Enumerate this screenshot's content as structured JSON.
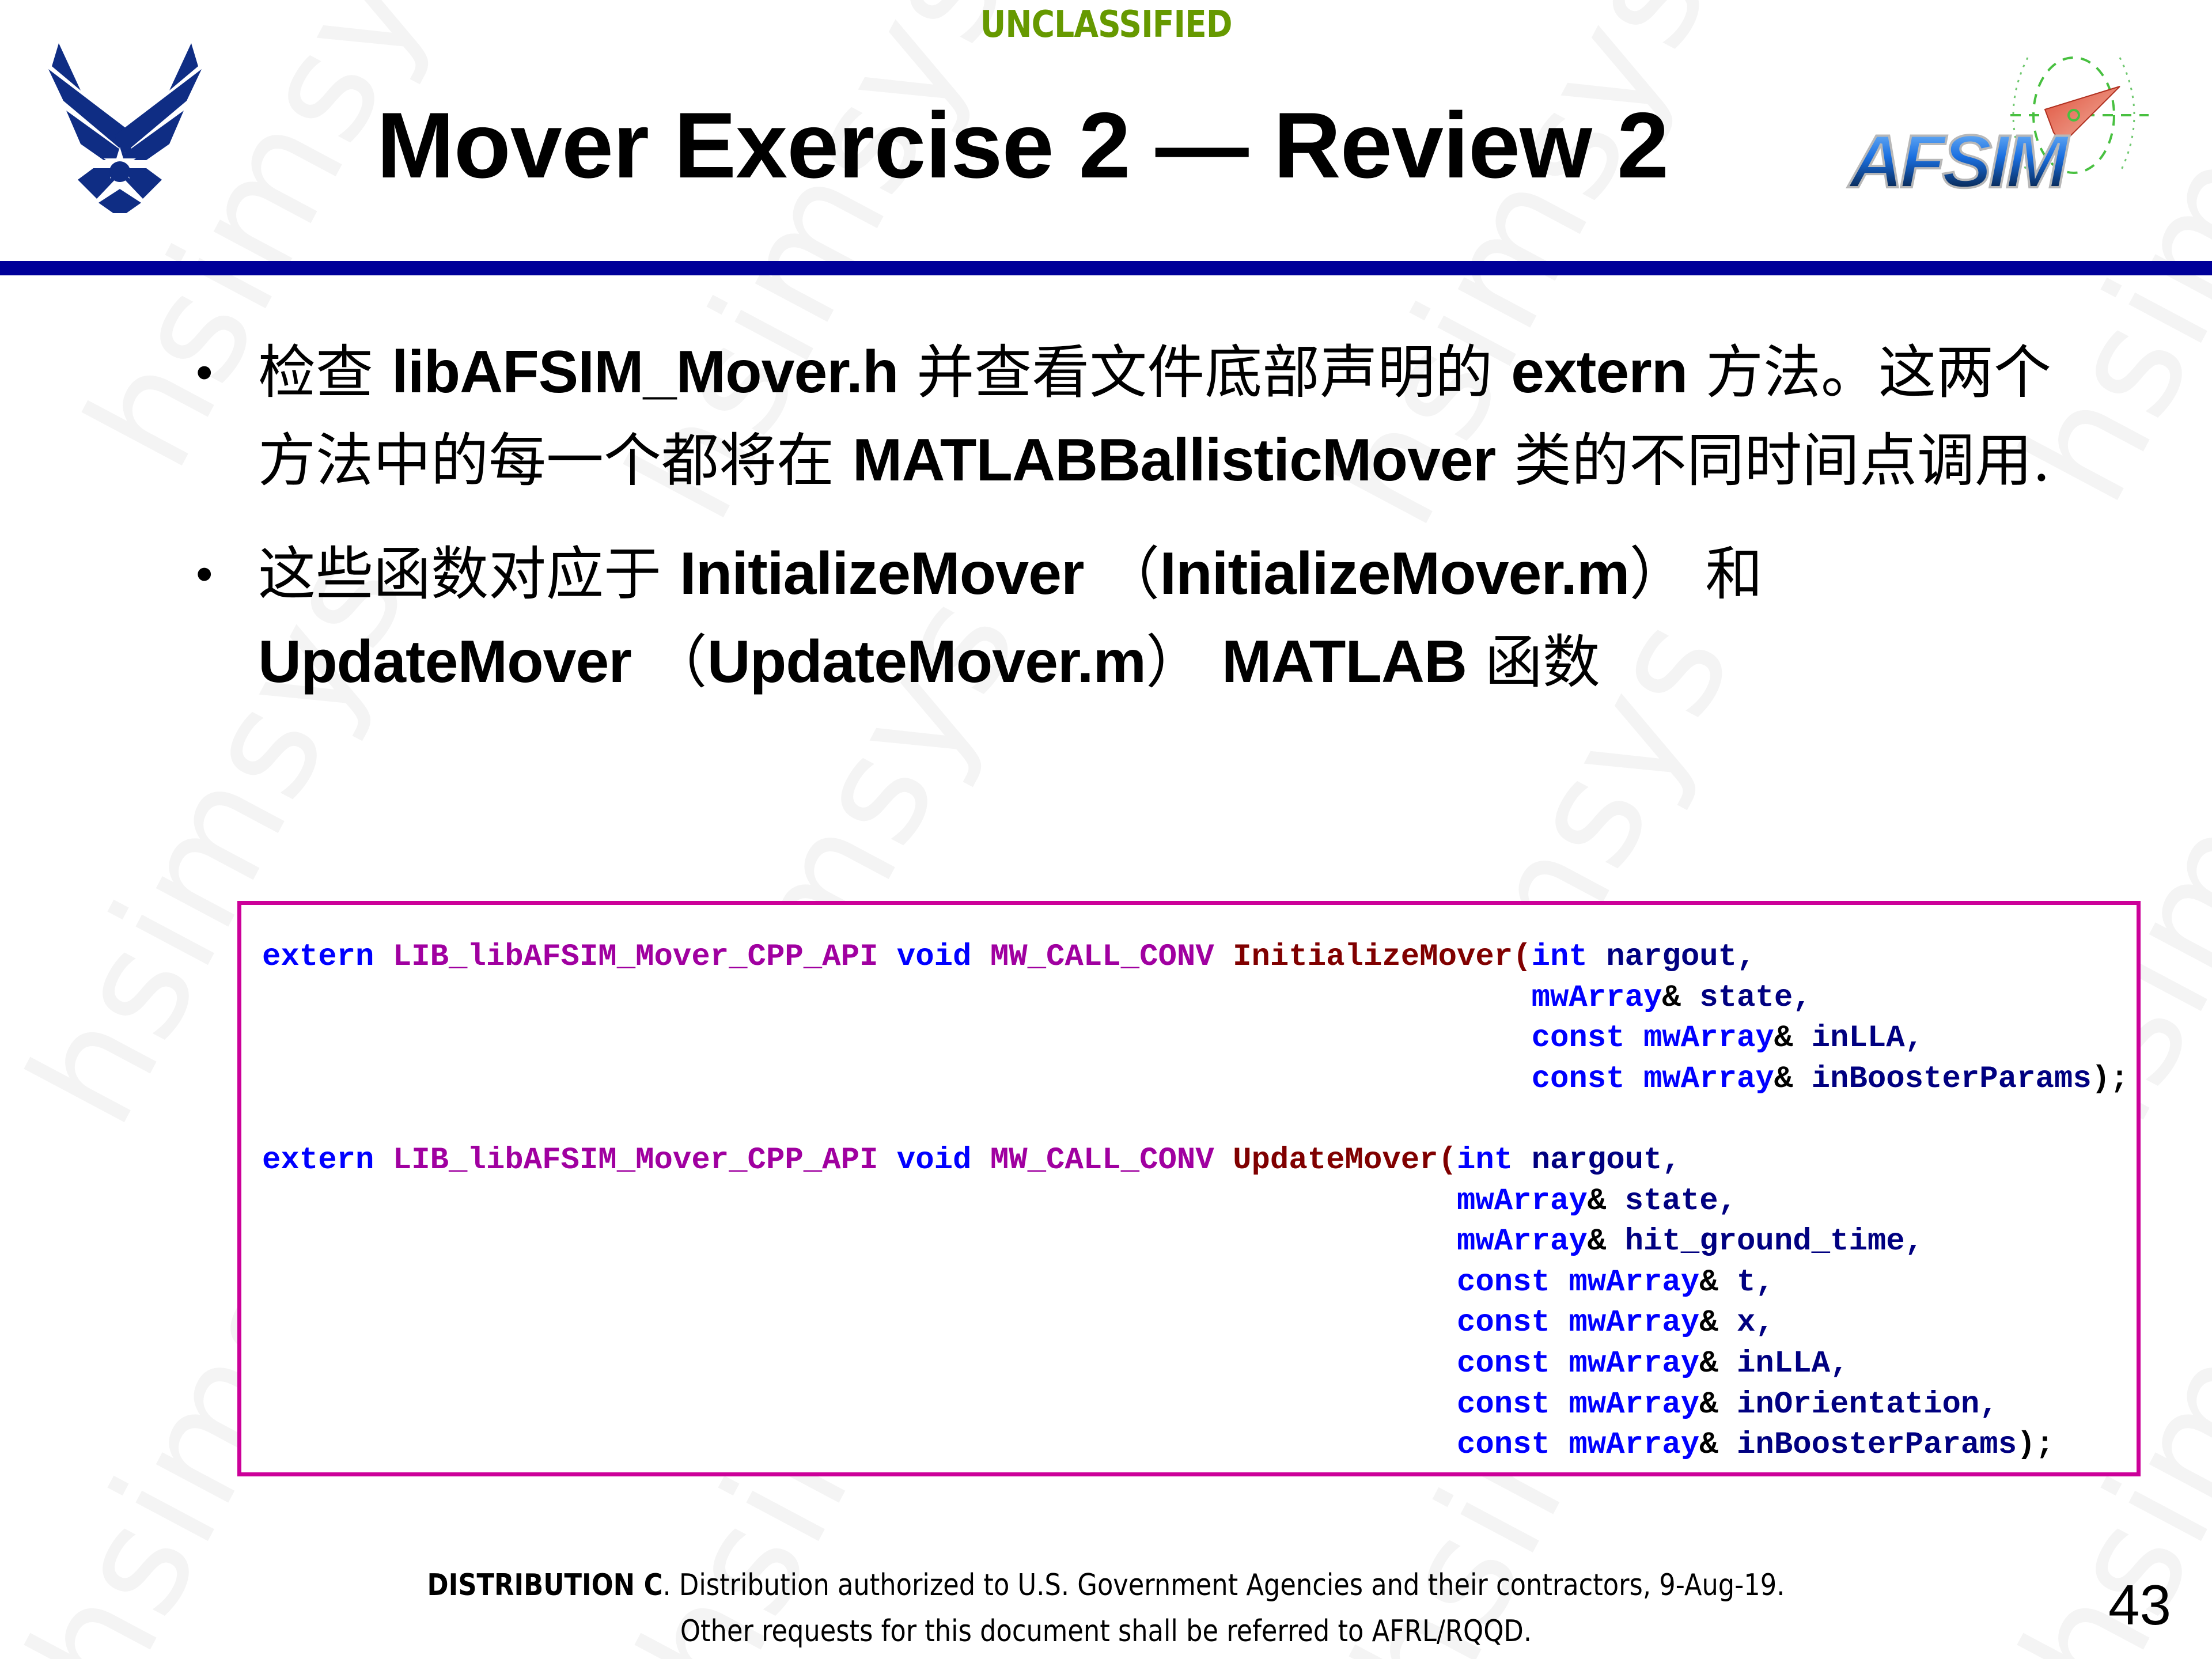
{
  "classification": "UNCLASSIFIED",
  "title": "Mover Exercise 2 — Review 2",
  "logos": {
    "left": "air-force-wings-logo",
    "right": {
      "name": "afsim-logo",
      "text": "AFSIM"
    }
  },
  "watermark": "hsimsys",
  "bullets": [
    {
      "segments": [
        {
          "text": "检查 ",
          "bold": false
        },
        {
          "text": "libAFSIM_Mover.h",
          "bold": true
        },
        {
          "text": " 并查看文件底部声明的 ",
          "bold": false
        },
        {
          "text": "extern",
          "bold": true
        },
        {
          "text": " 方法。这两个方法中的每一个都将在 ",
          "bold": false
        },
        {
          "text": "MATLABBallisticMover",
          "bold": true
        },
        {
          "text": " 类的不同时间点调用.",
          "bold": false
        }
      ]
    },
    {
      "segments": [
        {
          "text": "这些函数对应于 ",
          "bold": false
        },
        {
          "text": "InitializeMover",
          "bold": true
        },
        {
          "text": " （",
          "bold": false
        },
        {
          "text": "InitializeMover.m",
          "bold": true
        },
        {
          "text": "） 和 ",
          "bold": false
        },
        {
          "text": "UpdateMover",
          "bold": true
        },
        {
          "text": " （",
          "bold": false
        },
        {
          "text": "UpdateMover.m",
          "bold": true
        },
        {
          "text": "） ",
          "bold": false
        },
        {
          "text": "MATLAB",
          "bold": true
        },
        {
          "text": " 函数",
          "bold": false
        }
      ]
    }
  ],
  "code": {
    "border_color": "#cc0099",
    "colors": {
      "keyword": "#0000ff",
      "macro": "#a000a0",
      "function": "#800000",
      "identifier": "#000080",
      "punct": "#000000"
    },
    "functions": [
      {
        "prefix": {
          "extern": "extern",
          "api_macro": "LIB_libAFSIM_Mover_CPP_API",
          "ret": "void",
          "conv_macro": "MW_CALL_CONV"
        },
        "name": "InitializeMover",
        "params": [
          {
            "const": false,
            "type": "int",
            "ref": "",
            "name": "nargout"
          },
          {
            "const": false,
            "type": "mwArray",
            "ref": "&",
            "name": "state"
          },
          {
            "const": true,
            "type": "mwArray",
            "ref": "&",
            "name": "inLLA"
          },
          {
            "const": true,
            "type": "mwArray",
            "ref": "&",
            "name": "inBoosterParams"
          }
        ]
      },
      {
        "prefix": {
          "extern": "extern",
          "api_macro": "LIB_libAFSIM_Mover_CPP_API",
          "ret": "void",
          "conv_macro": "MW_CALL_CONV"
        },
        "name": "UpdateMover",
        "params": [
          {
            "const": false,
            "type": "int",
            "ref": "",
            "name": "nargout"
          },
          {
            "const": false,
            "type": "mwArray",
            "ref": "&",
            "name": "state"
          },
          {
            "const": false,
            "type": "mwArray",
            "ref": "&",
            "name": "hit_ground_time"
          },
          {
            "const": true,
            "type": "mwArray",
            "ref": "&",
            "name": "t"
          },
          {
            "const": true,
            "type": "mwArray",
            "ref": "&",
            "name": "x"
          },
          {
            "const": true,
            "type": "mwArray",
            "ref": "&",
            "name": "inLLA"
          },
          {
            "const": true,
            "type": "mwArray",
            "ref": "&",
            "name": "inOrientation"
          },
          {
            "const": true,
            "type": "mwArray",
            "ref": "&",
            "name": "inBoosterParams"
          }
        ]
      }
    ]
  },
  "footer": {
    "line1_bold": "DISTRIBUTION C",
    "line1_rest": ". Distribution authorized to U.S. Government Agencies and their contractors, 9-Aug-19.",
    "line2": "Other requests for this document shall be referred to AFRL/RQQD."
  },
  "page_number": "43",
  "colors": {
    "classification": "#669900",
    "header_bar": "#000099",
    "af_logo": "#0f2d84"
  }
}
